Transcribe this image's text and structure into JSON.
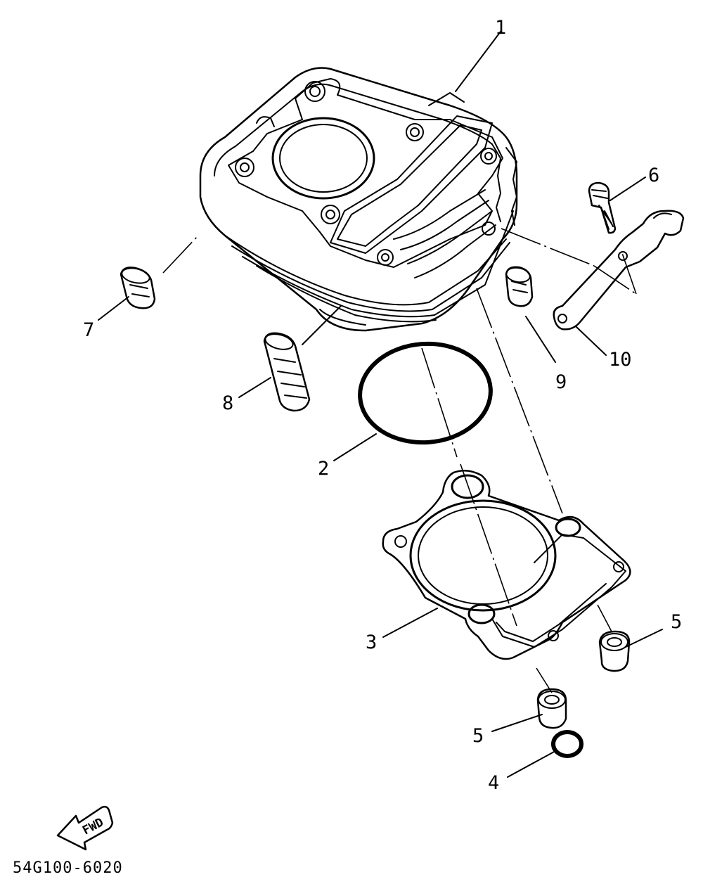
{
  "callouts": {
    "c1": "1",
    "c2": "2",
    "c3": "3",
    "c4": "4",
    "c5a": "5",
    "c5b": "5",
    "c6": "6",
    "c7": "7",
    "c8": "8",
    "c9": "9",
    "c10": "10"
  },
  "fwd_arrow_text": "FWD",
  "reference_code": "54G100-6020"
}
